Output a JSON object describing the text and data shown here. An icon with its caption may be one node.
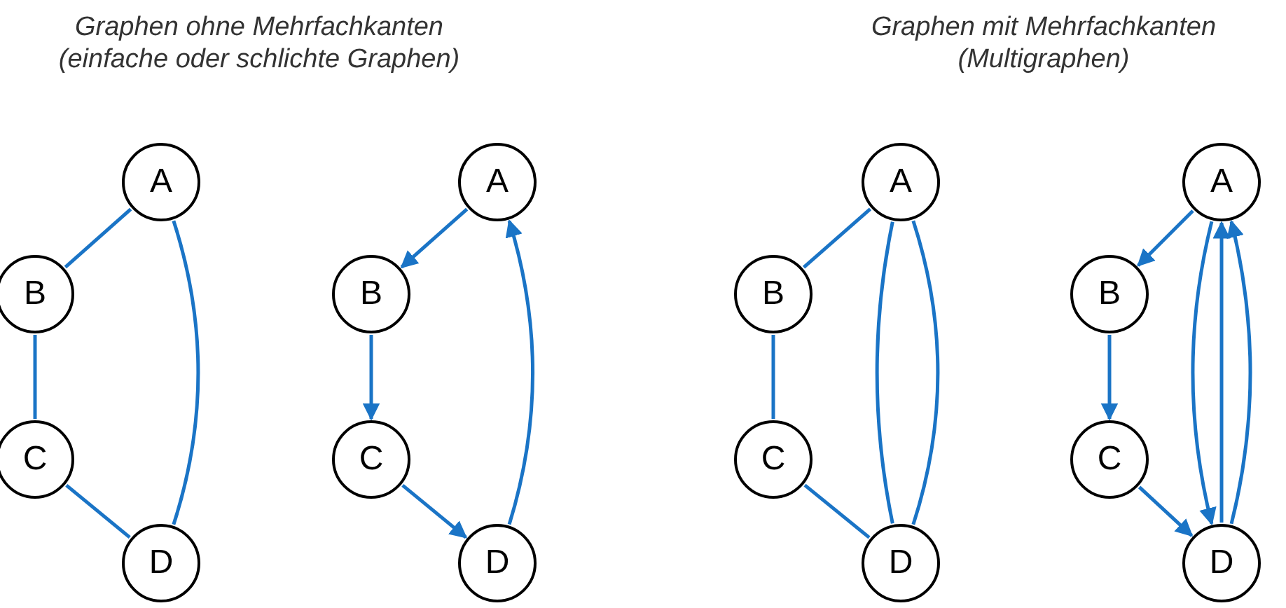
{
  "diagram": {
    "nodes": [
      {
        "text": [
          "A"
        ]
      },
      {
        "text": [
          "B"
        ]
      },
      {
        "text": [
          "C"
        ]
      },
      {
        "text": [
          "D"
        ]
      },
      {
        "text": [
          "A"
        ]
      },
      {
        "text": [
          "B"
        ]
      },
      {
        "text": [
          "C"
        ]
      },
      {
        "text": [
          "D"
        ]
      },
      {
        "text": [
          "A"
        ]
      },
      {
        "text": [
          "B"
        ]
      },
      {
        "text": [
          "C"
        ]
      },
      {
        "text": [
          "D"
        ]
      },
      {
        "text": [
          "A"
        ]
      },
      {
        "text": [
          "B"
        ]
      },
      {
        "text": [
          "C"
        ]
      },
      {
        "text": [
          "D"
        ]
      }
    ],
    "edges": [
      {
        "from": 0,
        "to": 1,
        "arrow": "none"
      },
      {
        "from": 1,
        "to": 2,
        "arrow": "none"
      },
      {
        "from": 2,
        "to": 3,
        "arrow": "none"
      },
      {
        "from": 0,
        "to": 3,
        "arrow": "none"
      },
      {
        "from": 4,
        "to": 5,
        "arrow": "to"
      },
      {
        "from": 5,
        "to": 6,
        "arrow": "to"
      },
      {
        "from": 6,
        "to": 7,
        "arrow": "to"
      },
      {
        "from": 7,
        "to": 4,
        "arrow": "to"
      },
      {
        "from": 8,
        "to": 9,
        "arrow": "none"
      },
      {
        "from": 9,
        "to": 10,
        "arrow": "none"
      },
      {
        "from": 10,
        "to": 11,
        "arrow": "none"
      },
      {
        "from": 8,
        "to": 11,
        "arrow": "none"
      },
      {
        "from": 8,
        "to": 11,
        "arrow": "none"
      },
      {
        "from": 12,
        "to": 13,
        "arrow": "to"
      },
      {
        "from": 13,
        "to": 14,
        "arrow": "to"
      },
      {
        "from": 14,
        "to": 15,
        "arrow": "to"
      },
      {
        "from": 12,
        "to": 15,
        "arrow": "to"
      },
      {
        "from": 15,
        "to": 12,
        "arrow": "to"
      },
      {
        "from": 15,
        "to": 12,
        "arrow": "to"
      }
    ],
    "labels": [
      "Graphen ohne Mehrfachkanten (einfache oder schlichte Graphen)",
      "Graphen mit Mehrfachkanten (Multigraphen)"
    ]
  }
}
